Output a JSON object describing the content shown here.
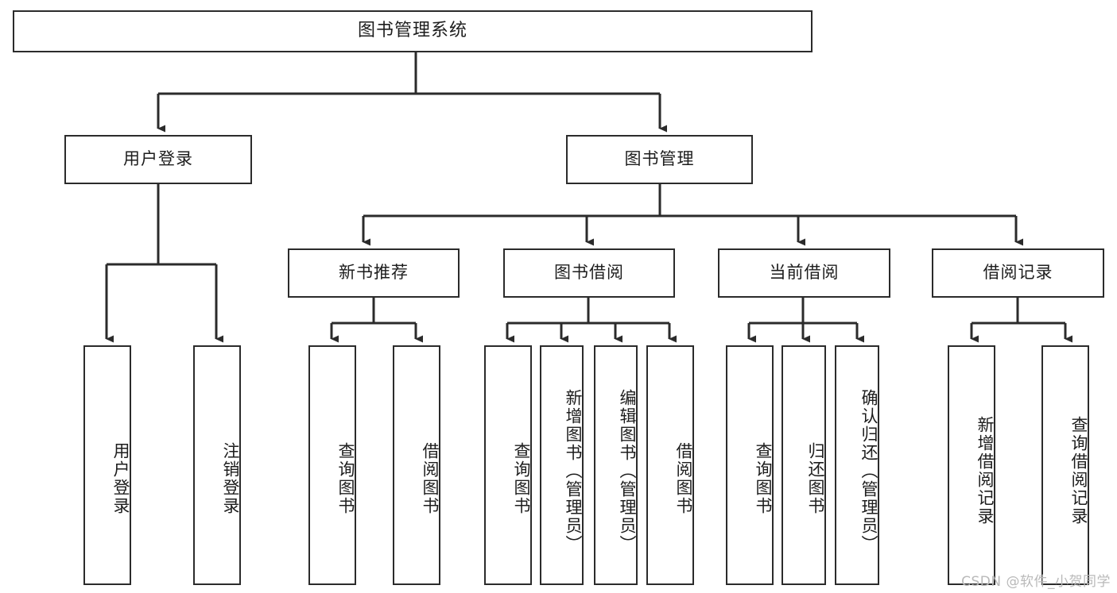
{
  "diagram": {
    "title": "图书管理系统",
    "watermark": "CSDN @软件_小贺同学",
    "line_color": "#2b2b2b",
    "box_border_color": "#2b2b2b",
    "box_fill_color": "#ffffff",
    "text_color": "#1d1d1d",
    "watermark_color": "#b9b9b9",
    "root": {
      "label": "图书管理系统"
    },
    "level1": [
      {
        "label": "用户登录"
      },
      {
        "label": "图书管理"
      }
    ],
    "level2": [
      {
        "label": "新书推荐"
      },
      {
        "label": "图书借阅"
      },
      {
        "label": "当前借阅"
      },
      {
        "label": "借阅记录"
      }
    ],
    "leaves": {
      "user_login": [
        {
          "label": "用户登录"
        },
        {
          "label": "注销登录"
        }
      ],
      "new_book_recommend": [
        {
          "label": "查询图书"
        },
        {
          "label": "借阅图书"
        }
      ],
      "book_borrow": [
        {
          "label": "查询图书"
        },
        {
          "label": "新增图书（管理员）"
        },
        {
          "label": "编辑图书（管理员）"
        },
        {
          "label": "借阅图书"
        }
      ],
      "current_borrow": [
        {
          "label": "查询图书"
        },
        {
          "label": "归还图书"
        },
        {
          "label": "确认归还（管理员）"
        }
      ],
      "borrow_record": [
        {
          "label": "新增借阅记录"
        },
        {
          "label": "查询借阅记录"
        }
      ]
    }
  }
}
